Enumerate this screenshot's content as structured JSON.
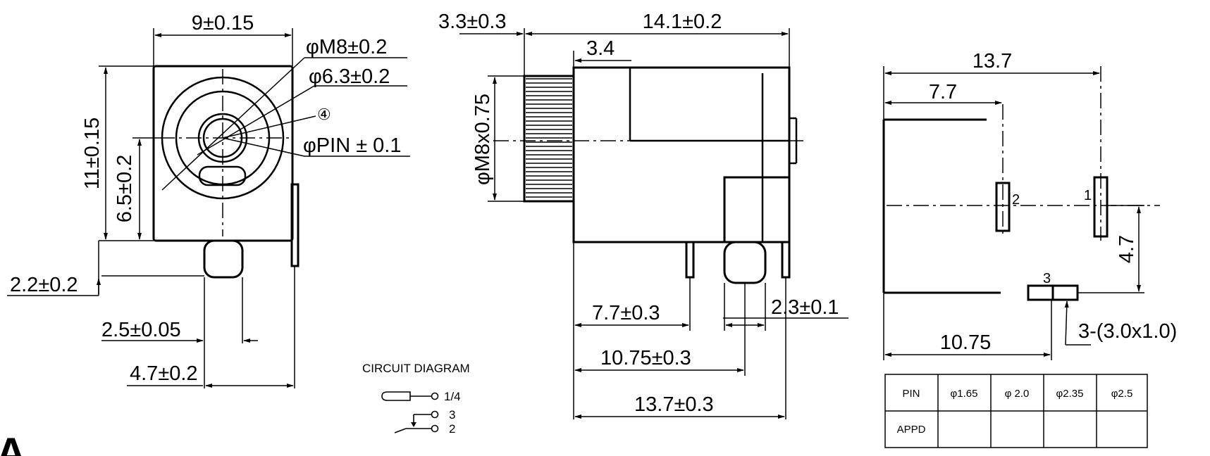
{
  "front_view": {
    "width": "9±0.15",
    "height": "11±0.15",
    "center_height": "6.5±0.2",
    "thread": "φM8±0.2",
    "bore": "φ6.3±0.2",
    "pin_callout": "④",
    "pin_diameter": "φPIN ± 0.1",
    "bottom_offset": "2.2±0.2",
    "pin_width": "2.5±0.05",
    "pin_offset": "4.7±0.2"
  },
  "side_view": {
    "thread_length": "3.3±0.3",
    "body_length": "14.1±0.2",
    "collar": "3.4",
    "thread_label": "φM8x0.75",
    "pin1_pos": "7.7±0.3",
    "pin_thickness": "2.3±0.1",
    "pin2_pos": "10.75±0.3",
    "pin3_pos": "13.7±0.3"
  },
  "circuit_diagram": {
    "title": "CIRCUIT DIAGRAM",
    "pin_labels": [
      "1/4",
      "3",
      "2"
    ]
  },
  "pcb_layout": {
    "overall": "13.7",
    "pin2_x": "7.7",
    "pin3_x": "10.75",
    "pin3_y": "4.7",
    "slot_label": "3-(3.0x1.0)",
    "pin_numbers": [
      "1",
      "2",
      "3"
    ]
  },
  "table": {
    "header": [
      "PIN",
      "φ1.65",
      "φ 2.0",
      "φ2.35",
      "φ2.5"
    ],
    "row_label": "APPD"
  },
  "corner_letter": "A"
}
